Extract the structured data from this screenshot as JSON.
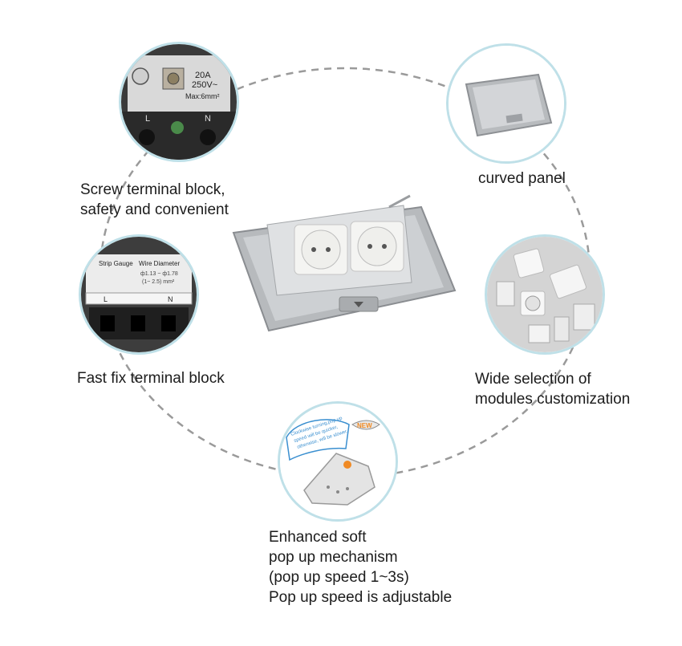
{
  "features": {
    "screw_terminal": {
      "caption": "Screw terminal block,\nsafety and convenient",
      "labels": {
        "rating1": "20A",
        "rating2": "250V~",
        "rating3": "Max:6mm²",
        "l": "L",
        "n": "N"
      }
    },
    "curved_panel": {
      "caption": "curved panel"
    },
    "fast_fix": {
      "caption": "Fast fix terminal block",
      "labels": {
        "strip": "Strip Gauge",
        "wire": "Wire Diameter",
        "dia1": "ф1.13 ~ ф1.78",
        "dia2": "(1~ 2.5) mm²",
        "l": "L",
        "n": "N"
      }
    },
    "modules": {
      "caption": "Wide selection of\nmodules customization"
    },
    "mechanism": {
      "caption": "Enhanced  soft\npop up mechanism\n(pop up speed 1~3s)\nPop up speed is adjustable",
      "labels": {
        "new": "NEW",
        "note1": "Clockwise turning,pop up",
        "note2": "speed will be quicker,",
        "note3": "otherwise, will be slower."
      }
    }
  },
  "colors": {
    "bubble_border": "#bfe0e8",
    "dashed_ring": "#9a9a9a",
    "steel": "#c7c9cc",
    "new_badge": "#f08a24"
  }
}
